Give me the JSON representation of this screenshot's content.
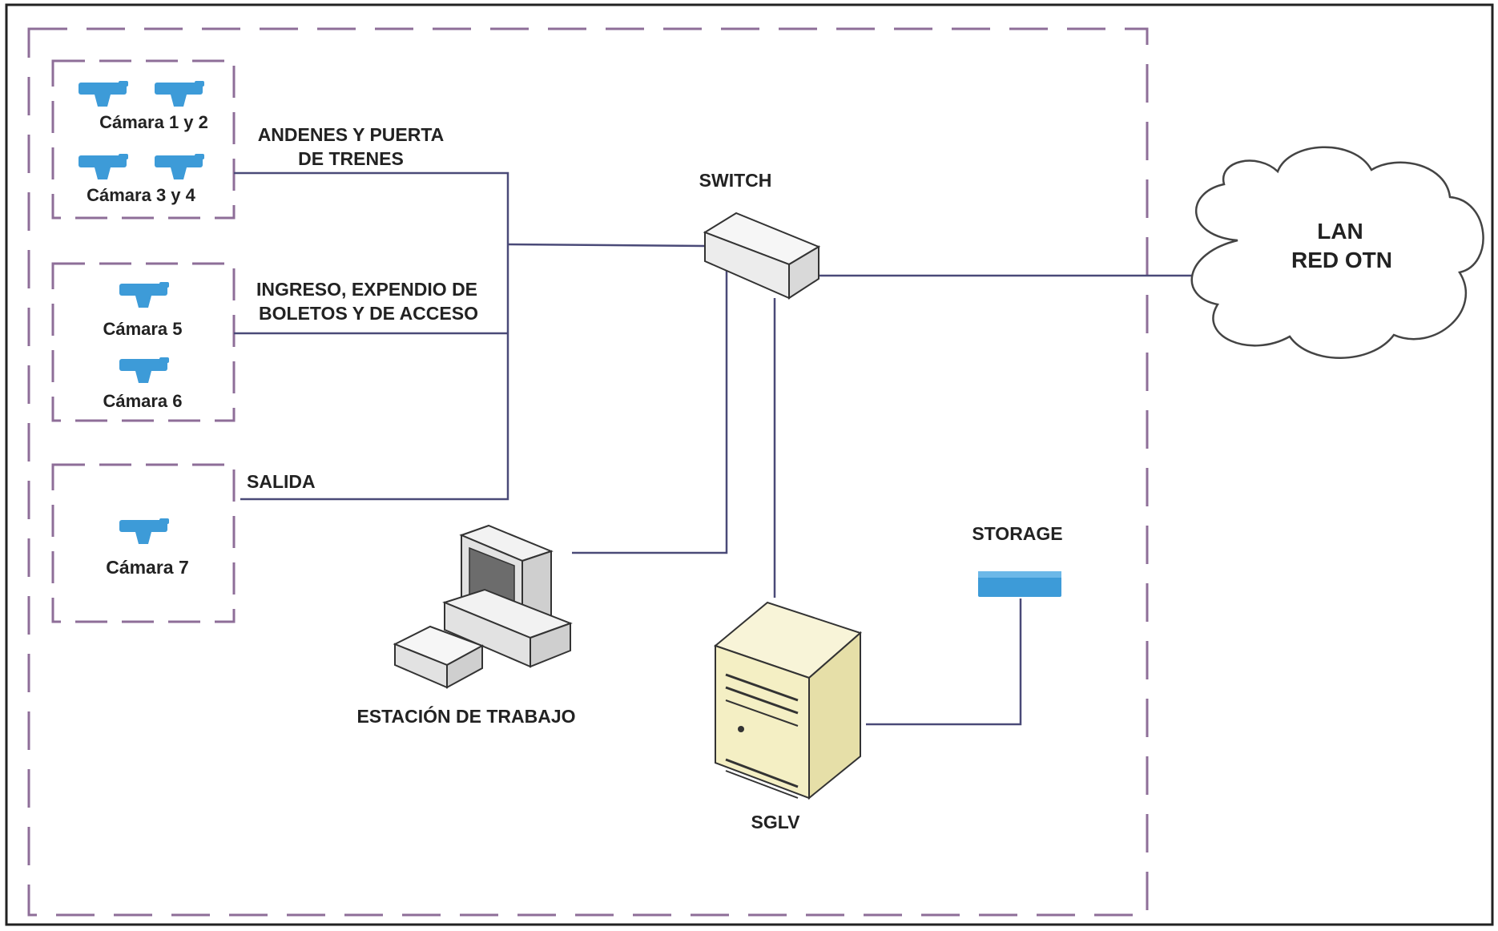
{
  "colors": {
    "frame": "#222222",
    "dashed_border": "#8e6e98",
    "camera": "#3d9bd8",
    "line": "#4a4a78",
    "storage": "#3d9bd8",
    "server_body": "#f4efc4"
  },
  "cameras": {
    "group1": {
      "label_a": "Cámara 1 y 2",
      "label_b": "Cámara 3 y 4"
    },
    "group2": {
      "label_a": "Cámara 5",
      "label_b": "Cámara 6"
    },
    "group3": {
      "label_a": "Cámara 7"
    }
  },
  "zones": {
    "z1_line1": "ANDENES Y PUERTA",
    "z1_line2": "DE TRENES",
    "z2_line1": "INGRESO, EXPENDIO DE",
    "z2_line2": "BOLETOS Y DE ACCESO",
    "z3": "SALIDA"
  },
  "devices": {
    "switch": "SWITCH",
    "storage": "STORAGE",
    "workstation": "ESTACIÓN DE TRABAJO",
    "server": "SGLV"
  },
  "network": {
    "line1": "LAN",
    "line2": "RED OTN"
  },
  "icons": [
    "camera-icon",
    "switch-icon",
    "workstation-icon",
    "server-icon",
    "storage-icon",
    "cloud-icon"
  ]
}
